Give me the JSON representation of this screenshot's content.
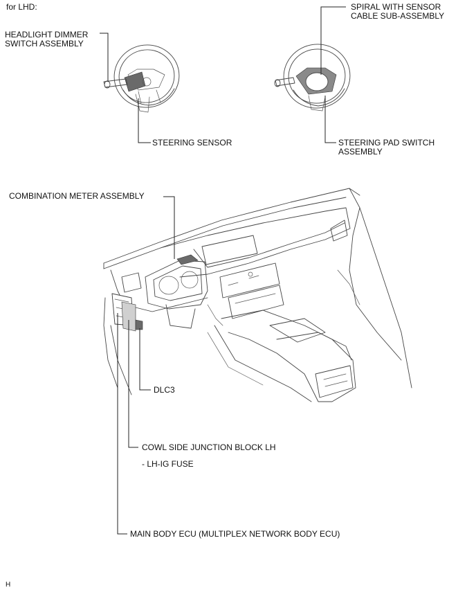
{
  "header": {
    "region": "for LHD:"
  },
  "labels": {
    "headlight_dimmer": [
      "HEADLIGHT DIMMER",
      "SWITCH ASSEMBLY"
    ],
    "spiral_sensor": [
      "SPIRAL WITH SENSOR",
      "CABLE SUB-ASSEMBLY"
    ],
    "steering_sensor": "STEERING SENSOR",
    "steering_pad": [
      "STEERING PAD SWITCH",
      "ASSEMBLY"
    ],
    "combination_meter": "COMBINATION METER ASSEMBLY",
    "dlc3": "DLC3",
    "cowl_side_jb": "COWL SIDE JUNCTION BLOCK LH",
    "lh_ig_fuse": "- LH-IG FUSE",
    "main_body_ecu": "MAIN BODY ECU (MULTIPLEX NETWORK BODY ECU)"
  },
  "footer": {
    "code": "H"
  }
}
